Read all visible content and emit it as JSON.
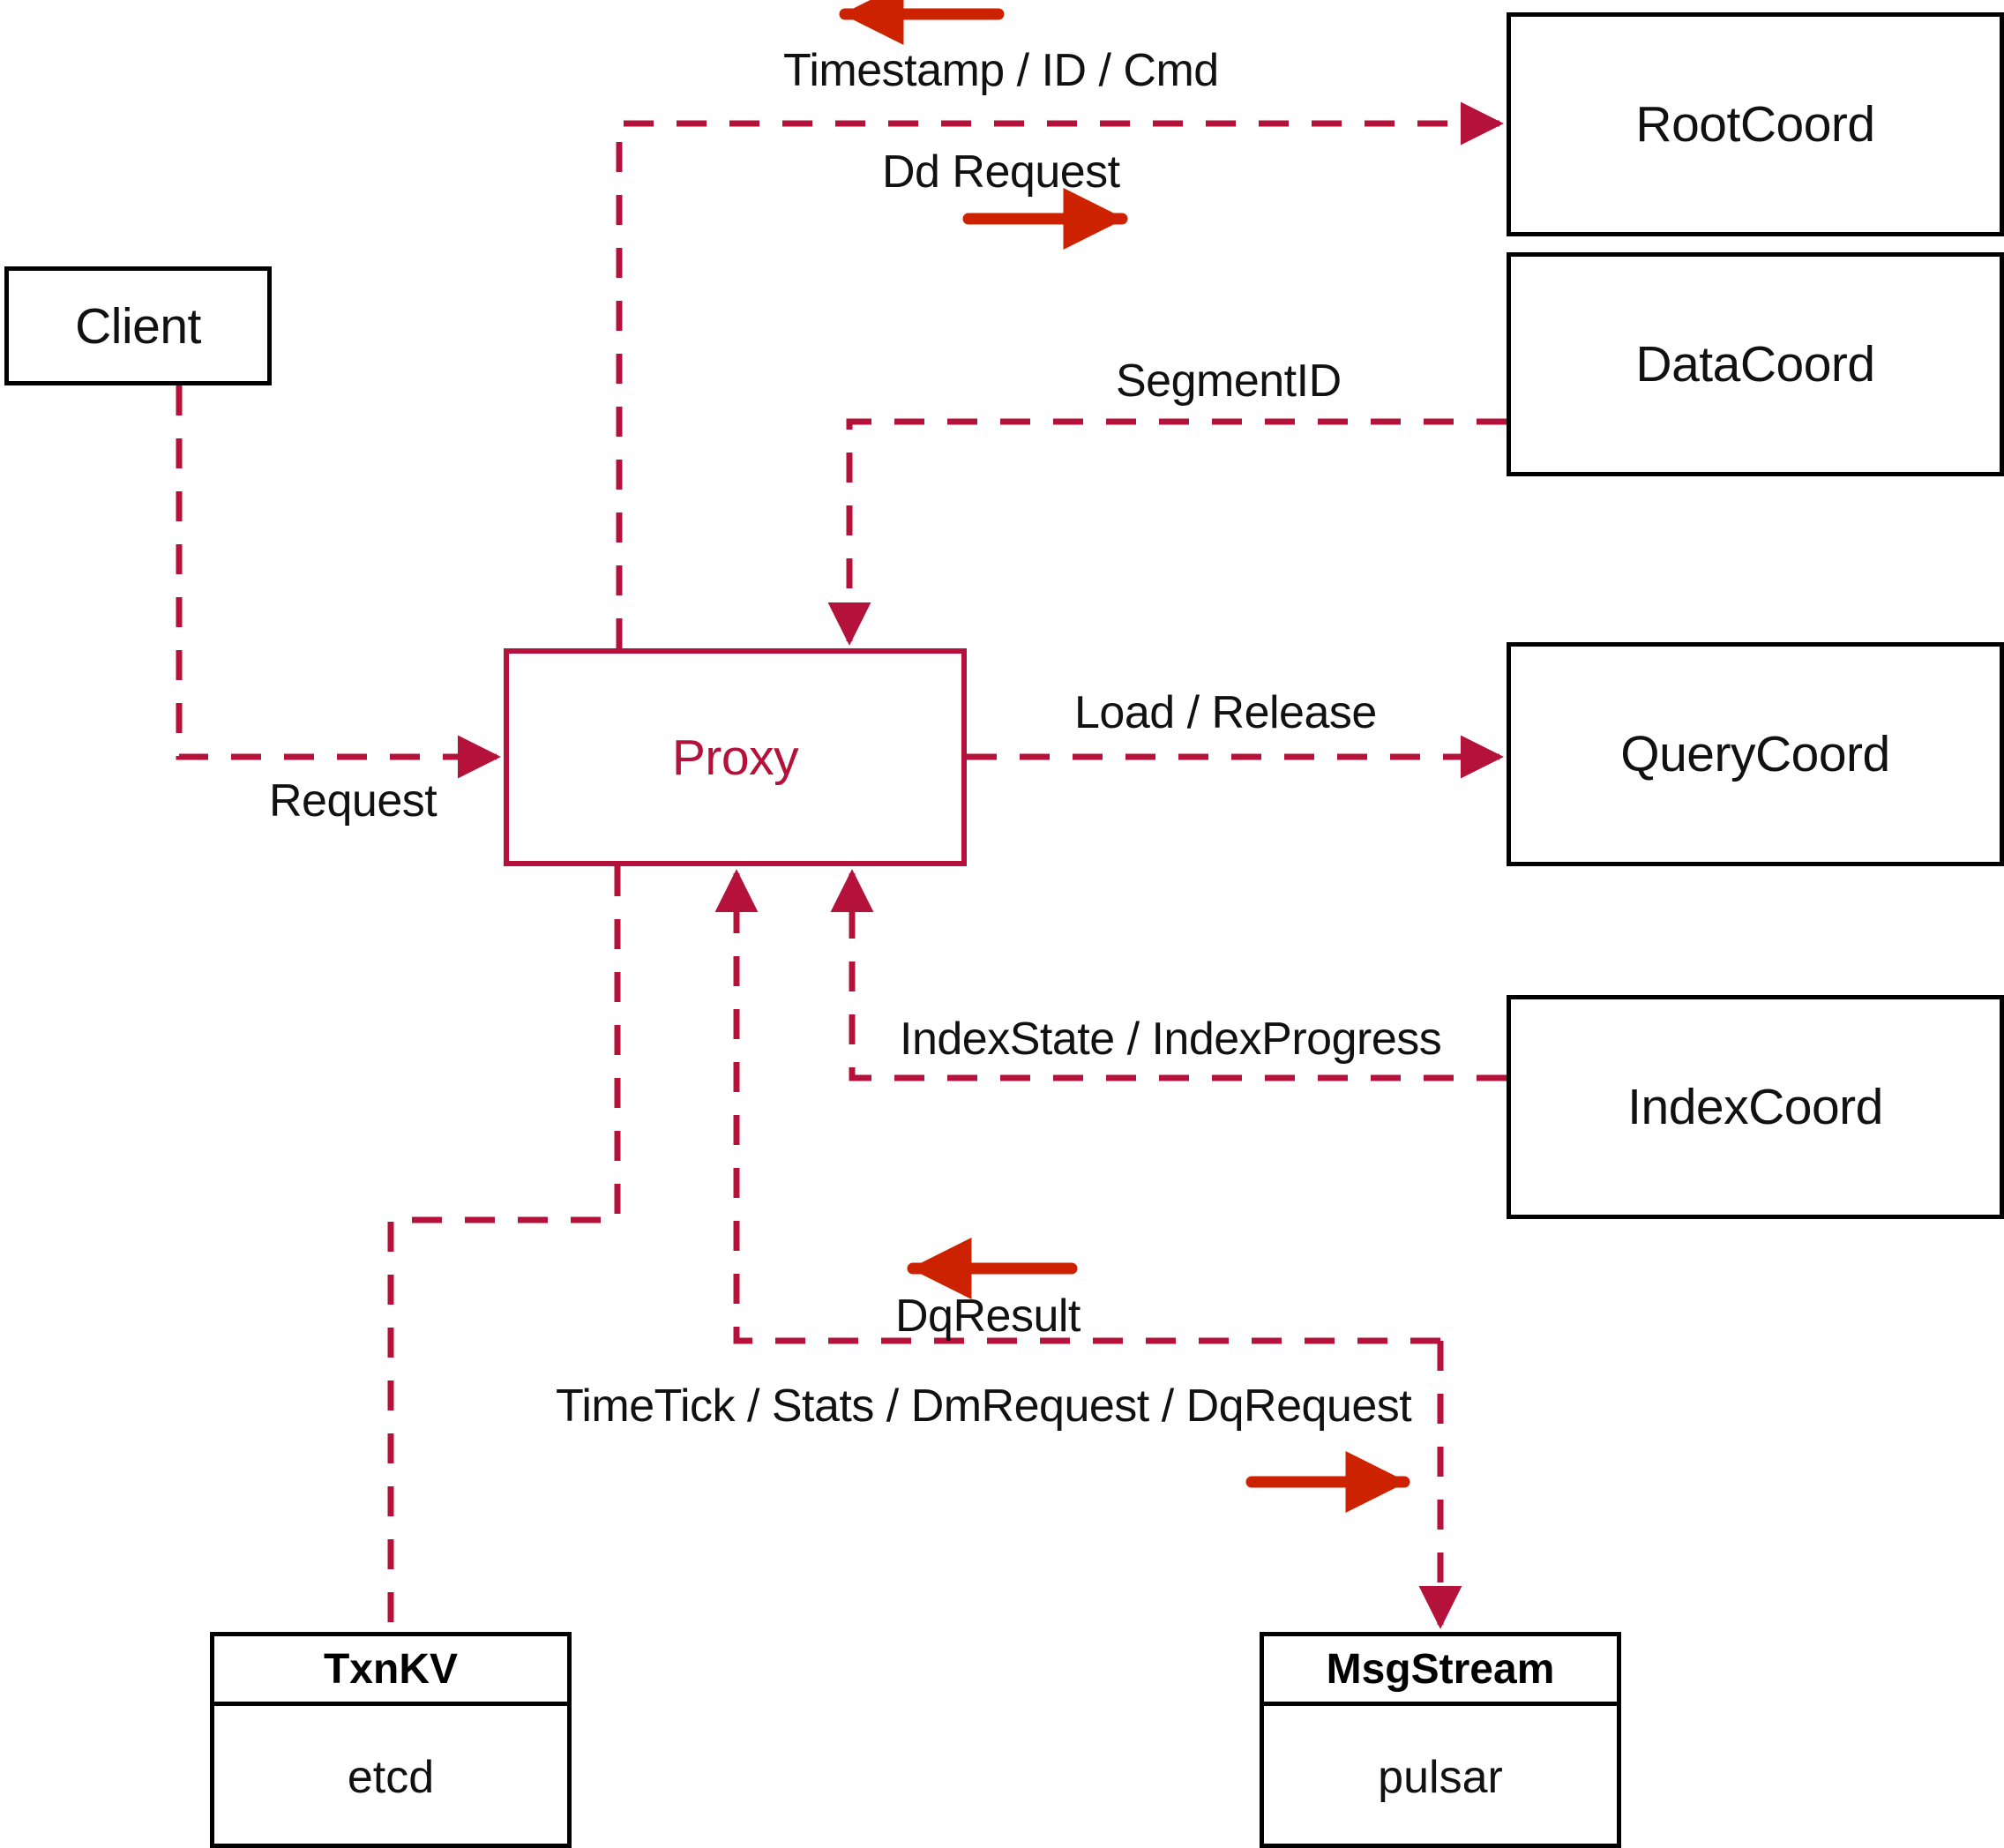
{
  "diagram": {
    "title": "Milvus Proxy interaction diagram",
    "colors": {
      "accent": "#B4123A",
      "arrow_solid": "#CC2200",
      "node_border": "#000000",
      "background": "#FFFFFF"
    }
  },
  "nodes": {
    "client": {
      "label": "Client"
    },
    "proxy": {
      "label": "Proxy"
    },
    "root_coord": {
      "label": "RootCoord"
    },
    "data_coord": {
      "label": "DataCoord"
    },
    "query_coord": {
      "label": "QueryCoord"
    },
    "index_coord": {
      "label": "IndexCoord"
    },
    "txnkv": {
      "title": "TxnKV",
      "impl": "etcd"
    },
    "msgstream": {
      "title": "MsgStream",
      "impl": "pulsar"
    }
  },
  "edges": [
    {
      "id": "timestamp-id-cmd",
      "label": "Timestamp / ID / Cmd",
      "from": "RootCoord",
      "to": "Proxy",
      "direction": "left"
    },
    {
      "id": "dd-request",
      "label": "Dd Request",
      "from": "Proxy",
      "to": "RootCoord",
      "direction": "right"
    },
    {
      "id": "segment-id",
      "label": "SegmentID",
      "from": "DataCoord",
      "to": "Proxy",
      "direction": "left"
    },
    {
      "id": "load-release",
      "label": "Load / Release",
      "from": "Proxy",
      "to": "QueryCoord",
      "direction": "right"
    },
    {
      "id": "index-state",
      "label": "IndexState / IndexProgress",
      "from": "IndexCoord",
      "to": "Proxy",
      "direction": "left"
    },
    {
      "id": "request",
      "label": "Request",
      "from": "Client",
      "to": "Proxy",
      "direction": "right"
    },
    {
      "id": "dq-result",
      "label": "DqResult",
      "from": "MsgStream",
      "to": "Proxy",
      "direction": "left"
    },
    {
      "id": "timetick-stats",
      "label": "TimeTick / Stats / DmRequest / DqRequest",
      "from": "Proxy",
      "to": "MsgStream",
      "direction": "right"
    }
  ]
}
